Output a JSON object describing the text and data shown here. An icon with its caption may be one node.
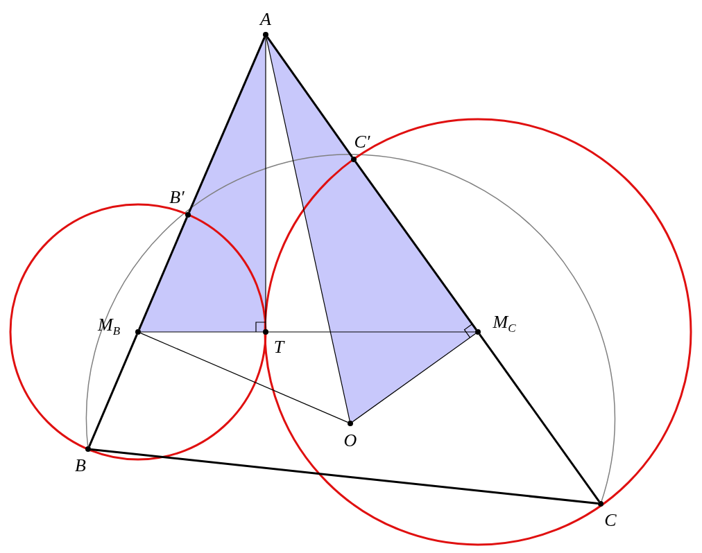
{
  "diagram": {
    "nodes": [
      {
        "text": [],
        "shape": "circle",
        "beside": [
          "A"
        ]
      },
      {
        "text": [],
        "shape": "circle",
        "beside": [
          "B′"
        ]
      },
      {
        "text": [],
        "shape": "circle",
        "beside": [
          "C′"
        ]
      },
      {
        "text": [],
        "shape": "circle",
        "beside": [
          "M$_{B}$"
        ]
      },
      {
        "text": [],
        "shape": "circle",
        "beside": [
          "T"
        ]
      },
      {
        "text": [],
        "shape": "circle",
        "beside": [
          "M$_{C}$"
        ]
      },
      {
        "text": [],
        "shape": "circle",
        "beside": [
          "O"
        ]
      },
      {
        "text": [],
        "shape": "circle",
        "beside": [
          "B"
        ]
      },
      {
        "text": [],
        "shape": "circle",
        "beside": [
          "C"
        ]
      }
    ],
    "edges": [
      {
        "from": 0,
        "to": 1,
        "arrow": "none"
      },
      {
        "from": 1,
        "to": 3,
        "arrow": "none"
      },
      {
        "from": 3,
        "to": 7,
        "arrow": "none"
      },
      {
        "from": 7,
        "to": 8,
        "arrow": "none"
      },
      {
        "from": 8,
        "to": 5,
        "arrow": "none"
      },
      {
        "from": 5,
        "to": 2,
        "arrow": "none"
      },
      {
        "from": 2,
        "to": 0,
        "arrow": "none"
      },
      {
        "from": 0,
        "to": 4,
        "arrow": "none"
      },
      {
        "from": 0,
        "to": 6,
        "arrow": "none"
      },
      {
        "from": 3,
        "to": 4,
        "arrow": "none"
      },
      {
        "from": 4,
        "to": 5,
        "arrow": "none"
      },
      {
        "from": 3,
        "to": 6,
        "arrow": "none"
      },
      {
        "from": 5,
        "to": 6,
        "arrow": "none"
      }
    ]
  }
}
